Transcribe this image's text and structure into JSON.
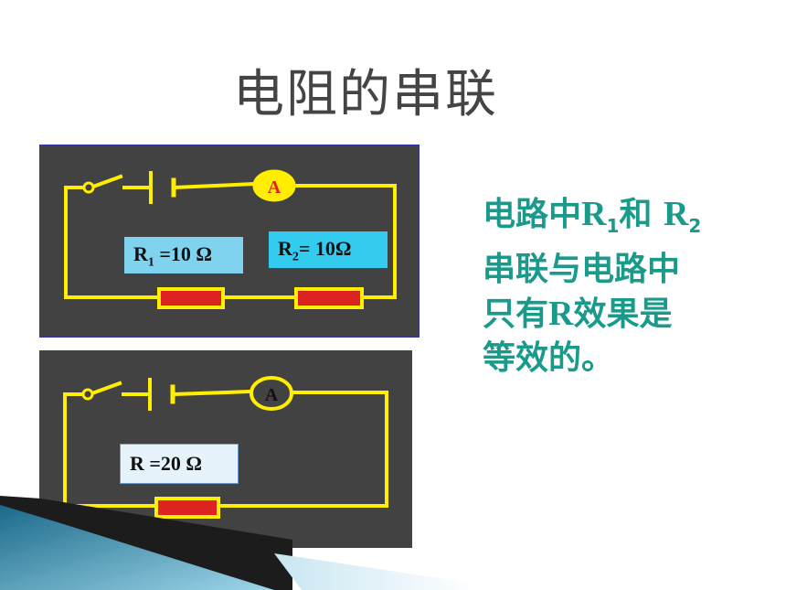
{
  "slide": {
    "title": "电阻的串联"
  },
  "circuit1": {
    "ammeter": "A",
    "r1": {
      "symbol": "R",
      "sub": "1",
      "value": " =10 Ω"
    },
    "r2": {
      "symbol": "R",
      "sub": "2",
      "value": "= 10Ω"
    }
  },
  "circuit2": {
    "ammeter": "A",
    "r": {
      "text": "R =20 Ω"
    }
  },
  "side_text": {
    "line1_a": "电路中",
    "line1_r1": "R",
    "line1_sub1": "1",
    "line1_b": "和 ",
    "line1_r2": "R",
    "line1_sub2": "2",
    "line2": "串联与电路中",
    "line3_a": "只有",
    "line3_r": "R",
    "line3_b": "效果是",
    "line4": "等效的。"
  },
  "colors": {
    "wire": "#ffee00",
    "resistor": "#dd2222",
    "panel": "#424242",
    "accent_text": "#1a9a8a"
  }
}
